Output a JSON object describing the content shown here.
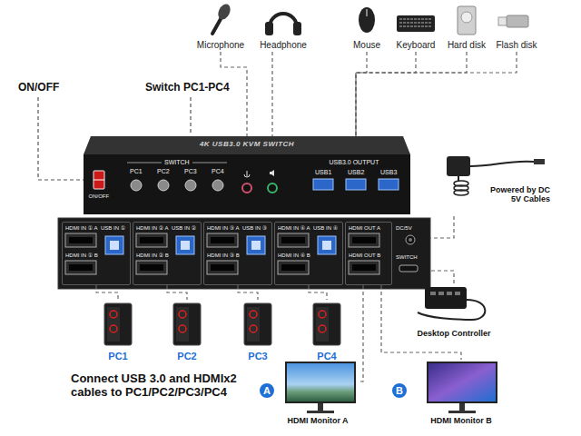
{
  "diagram": {
    "nodes": [
      {
        "text": [
          "Microphone"
        ]
      },
      {
        "text": [
          "Headphone"
        ]
      },
      {
        "text": [
          "Mouse"
        ]
      },
      {
        "text": [
          "Keyboard"
        ]
      },
      {
        "text": [
          "Hard disk"
        ]
      },
      {
        "text": [
          "Flash disk"
        ]
      },
      {
        "text": [
          "4K USB3.0 KVM SWITCH",
          "USB3.0 OUTPUT"
        ]
      },
      {
        "text": [
          "DC/5V",
          "SWITCH"
        ]
      },
      {
        "text": [
          "HDMI IN ① A",
          "HDMI IN ① B",
          "USB IN ①"
        ],
        "in": 7
      },
      {
        "text": [
          "HDMI IN ② A",
          "HDMI IN ② B",
          "USB IN ②"
        ],
        "in": 7
      },
      {
        "text": [
          "HDMI IN ③ A",
          "HDMI IN ③ B",
          "USB IN ③"
        ],
        "in": 7
      },
      {
        "text": [
          "HDMI IN ④ A",
          "HDMI IN ④ B",
          "USB IN ④"
        ],
        "in": 7
      },
      {
        "text": [
          "HDMI OUT A",
          "HDMI OUT B"
        ],
        "in": 7
      },
      {
        "text": [
          "Powered by DC 5V Cables"
        ]
      },
      {
        "text": [
          "Desktop Controller"
        ]
      },
      {
        "text": [
          "PC1"
        ]
      },
      {
        "text": [
          "PC2"
        ]
      },
      {
        "text": [
          "PC3"
        ]
      },
      {
        "text": [
          "PC4"
        ]
      },
      {
        "text": [
          "HDMI Monitor A"
        ]
      },
      {
        "text": [
          "HDMI Monitor B"
        ]
      }
    ],
    "edges": [
      {
        "from": 0,
        "to": 6,
        "arrow": "none"
      },
      {
        "from": 1,
        "to": 6,
        "arrow": "none"
      },
      {
        "from": 2,
        "to": 6,
        "arrow": "none"
      },
      {
        "from": 3,
        "to": 6,
        "arrow": "none"
      },
      {
        "from": 4,
        "to": 6,
        "arrow": "none"
      },
      {
        "from": 5,
        "to": 6,
        "arrow": "none"
      },
      {
        "from": 8,
        "to": 15,
        "arrow": "none"
      },
      {
        "from": 9,
        "to": 16,
        "arrow": "none"
      },
      {
        "from": 10,
        "to": 17,
        "arrow": "none"
      },
      {
        "from": 11,
        "to": 18,
        "arrow": "none"
      },
      {
        "from": 12,
        "to": 19,
        "arrow": "none"
      },
      {
        "from": 12,
        "to": 20,
        "arrow": "none"
      },
      {
        "from": 13,
        "to": 7,
        "arrow": "none"
      },
      {
        "from": 14,
        "to": 7,
        "arrow": "none"
      }
    ],
    "labels": [
      "ON/OFF",
      "Switch PC1-PC4",
      "SWITCH",
      "PC1",
      "PC2",
      "PC3",
      "PC4",
      "ON/OFF",
      "USB1",
      "USB2",
      "USB3",
      "A",
      "B",
      "Connect USB 3.0 and HDMIx2 cables to PC1/PC2/PC3/PC4"
    ]
  }
}
